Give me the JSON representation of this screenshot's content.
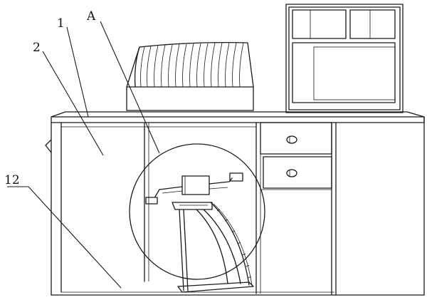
{
  "labels": {
    "callout_1": "1",
    "callout_2": "2",
    "callout_A": "A",
    "callout_12": "12"
  }
}
